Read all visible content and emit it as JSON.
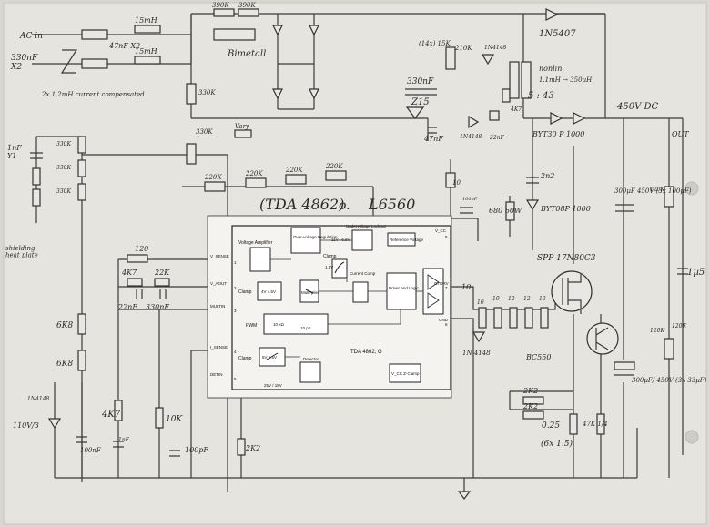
{
  "chip": {
    "title": "(TDA 4862)",
    "alt_prefix": "o.",
    "alt": "L6560",
    "caption": "TDA 4862; G",
    "blocks": {
      "voltage_amplifier": "Voltage Amplifier",
      "overvoltage_regulation": "Over-voltage Regulation",
      "undervoltage_lockout": "Undervoltage Lockout",
      "reference_voltage": "Reference Voltage",
      "clamp_top": "Clamp",
      "clamp_mid": "Clamp",
      "clamp_low": "Clamp",
      "multiplier": "Multi-plier",
      "current_comp": "Current Comp",
      "pwm": "PWM",
      "driver_logic": "Driver and Logic",
      "detector": "Detector",
      "v_bias": "V_CC Z-Clamp"
    },
    "values": {
      "uvlo": "11V / 6.5V",
      "v4_5": "4V 4.5V",
      "v1_5": "1.5V",
      "r10k": "10 kΩ",
      "c10p": "10 pF",
      "v5": "5V 1.5V",
      "z25": "25V / 18V"
    },
    "pins": {
      "vsense": "V_SENSE",
      "vaout": "V_AOUT",
      "multin": "MULTIN",
      "isense": "I_SENSE",
      "detin": "DETIN",
      "gnd": "GND",
      "vcc": "V_CC",
      "gtdrv": "GTDRV"
    },
    "pin_numbers": [
      "1",
      "2",
      "3",
      "4",
      "5",
      "6",
      "7",
      "8"
    ]
  },
  "labels": {
    "ac_in": "AC in",
    "cap_330nf_x2": "330nF\nX2",
    "cap_47nf_x2": "47nF X2",
    "current_comp": "2x 1.2mH current compensated",
    "ind_15mh_a": "15mH",
    "ind_15mh_b": "15mH",
    "r390k_a": "390K",
    "r390k_b": "390K",
    "bimetal": "Bimetall",
    "r330k_a": "330K",
    "r330k_b": "330K",
    "mov": "Vary",
    "r220k_chain": [
      "220K",
      "220K",
      "220K",
      "220K"
    ],
    "r14x": "(14x) 15K",
    "r210k": "210K",
    "d1n4148_a": "1N4148",
    "d1n5407": "1N5407",
    "nonlin": "nonlin.",
    "ind_nonlin": "1.1mH → 350µH",
    "ratio": "5 : 43",
    "c330nf_top": "330nF",
    "z15": "Z15",
    "c47nf": "47nF",
    "d1n4148_b": "1N4148",
    "c22nf": "22nF",
    "r4k7_top": "4K7",
    "byt30": "BYT30 P 1000",
    "vout": "450V DC",
    "out": "OUT",
    "c1nf_y1": "1nF\nY1",
    "r330k_chain": [
      "330K",
      "330K",
      "330K"
    ],
    "shielding": "shielding\nheat plate",
    "r10_a": "10",
    "c100nf": "100nF",
    "r680": "680 60W",
    "c2n2": "2n2",
    "byt08": "BYT08P 1000",
    "spp": "SPP 17N80C3",
    "c300uf": "300µF 450V (3x 100µF)",
    "r120k_a": "120K",
    "r120k_b": "120K",
    "c1u5": "1µ5",
    "r120": "120",
    "r4k7_mid": "4K7",
    "r22k": "22K",
    "c22nf_mid": "22nF",
    "c330nf_mid": "330nF",
    "r10_b": "10",
    "r10_bank": [
      "10",
      "10",
      "12",
      "12",
      "12"
    ],
    "d1n4148_c": "1N 4148",
    "bc550": "BC550",
    "r6k8_a": "6K8",
    "r6k8_b": "6K8",
    "diode_1n": "1N4148",
    "zener_110": "110V/3",
    "c100nf_b": "100nF",
    "r4k7_low": "4K7",
    "c1nf_low": "1nF",
    "r10k": "10K",
    "c100pf": "100pF",
    "r2k2_low": "2K2",
    "r2k2_a": "2K2",
    "r2k2_b": "2K2",
    "r025": "0.25",
    "r6x15": "(6x 1.5)",
    "r47k": "47K 1/4",
    "c300uf_b": "300µF/ 450V (3x 33µF)",
    "r120k_c": "120K"
  }
}
